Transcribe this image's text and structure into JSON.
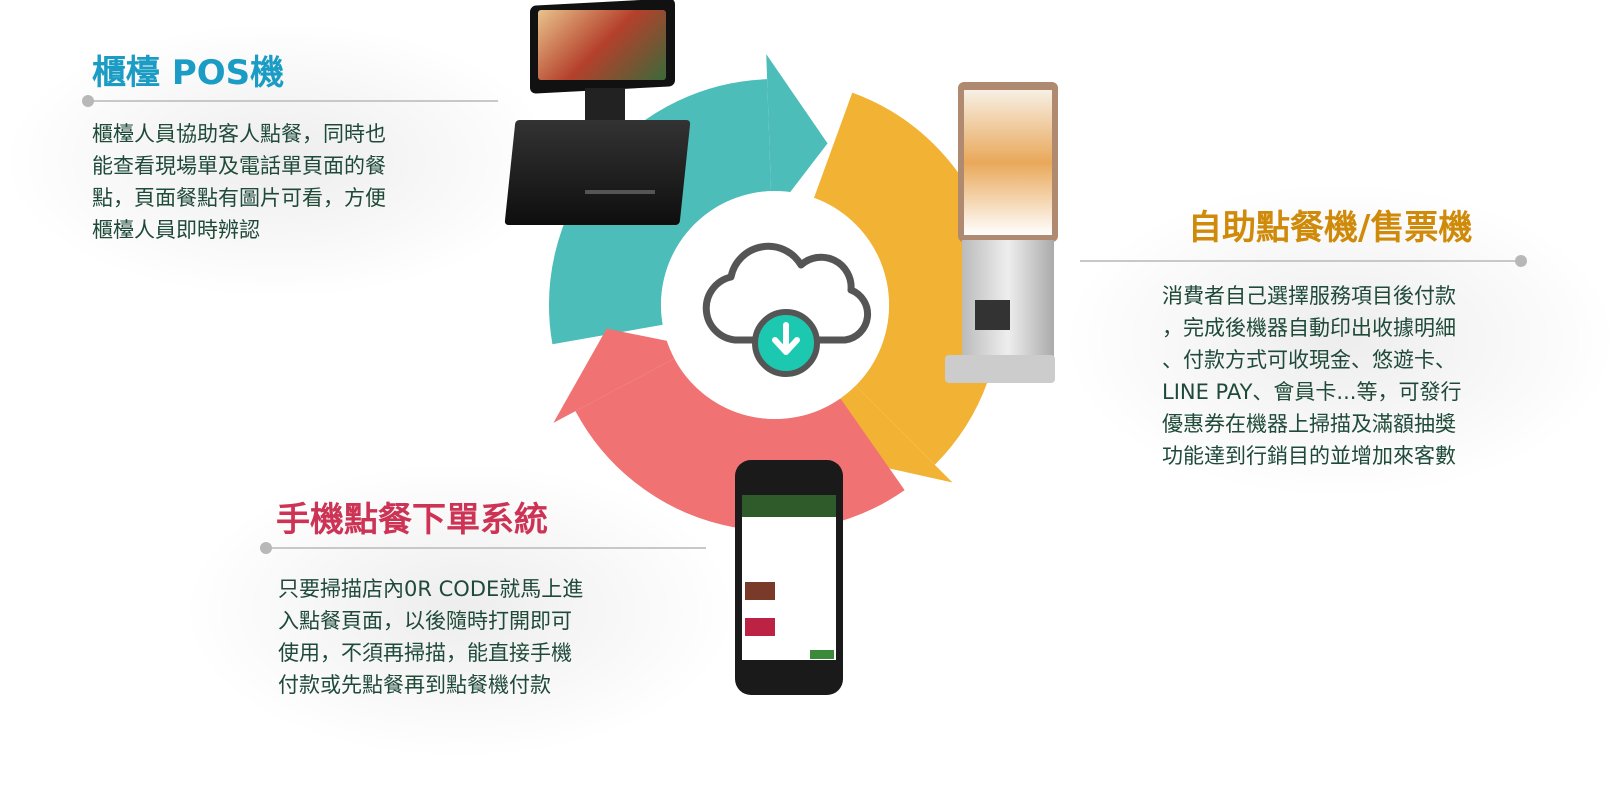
{
  "colors": {
    "teal": "#4dbdba",
    "orange": "#f2b233",
    "red": "#f07272",
    "pos_title": "#1a9cc4",
    "kiosk_title": "#d08a0a",
    "mobile_title": "#cc3355",
    "text": "#1f4a3a"
  },
  "center": {
    "icon": "cloud-download-icon"
  },
  "pos": {
    "title": "櫃檯 POS機",
    "lines": [
      "櫃檯人員協助客人點餐，同時也",
      "能查看現場單及電話單頁面的餐",
      "點，頁面餐點有圖片可看，方便",
      "櫃檯人員即時辨認"
    ]
  },
  "kiosk": {
    "title": "自助點餐機/售票機",
    "lines": [
      "消費者自己選擇服務項目後付款",
      "，完成後機器自動印出收據明細",
      "、付款方式可收現金、悠遊卡、",
      "LINE PAY、會員卡...等，可發行",
      "優惠券在機器上掃描及滿額抽獎",
      "功能達到行銷目的並增加來客數"
    ]
  },
  "mobile": {
    "title": "手機點餐下單系統",
    "lines": [
      "只要掃描店內0R CODE就馬上進",
      "入點餐頁面，以後隨時打開即可",
      "使用，不須再掃描，能直接手機",
      "付款或先點餐再到點餐機付款"
    ]
  }
}
